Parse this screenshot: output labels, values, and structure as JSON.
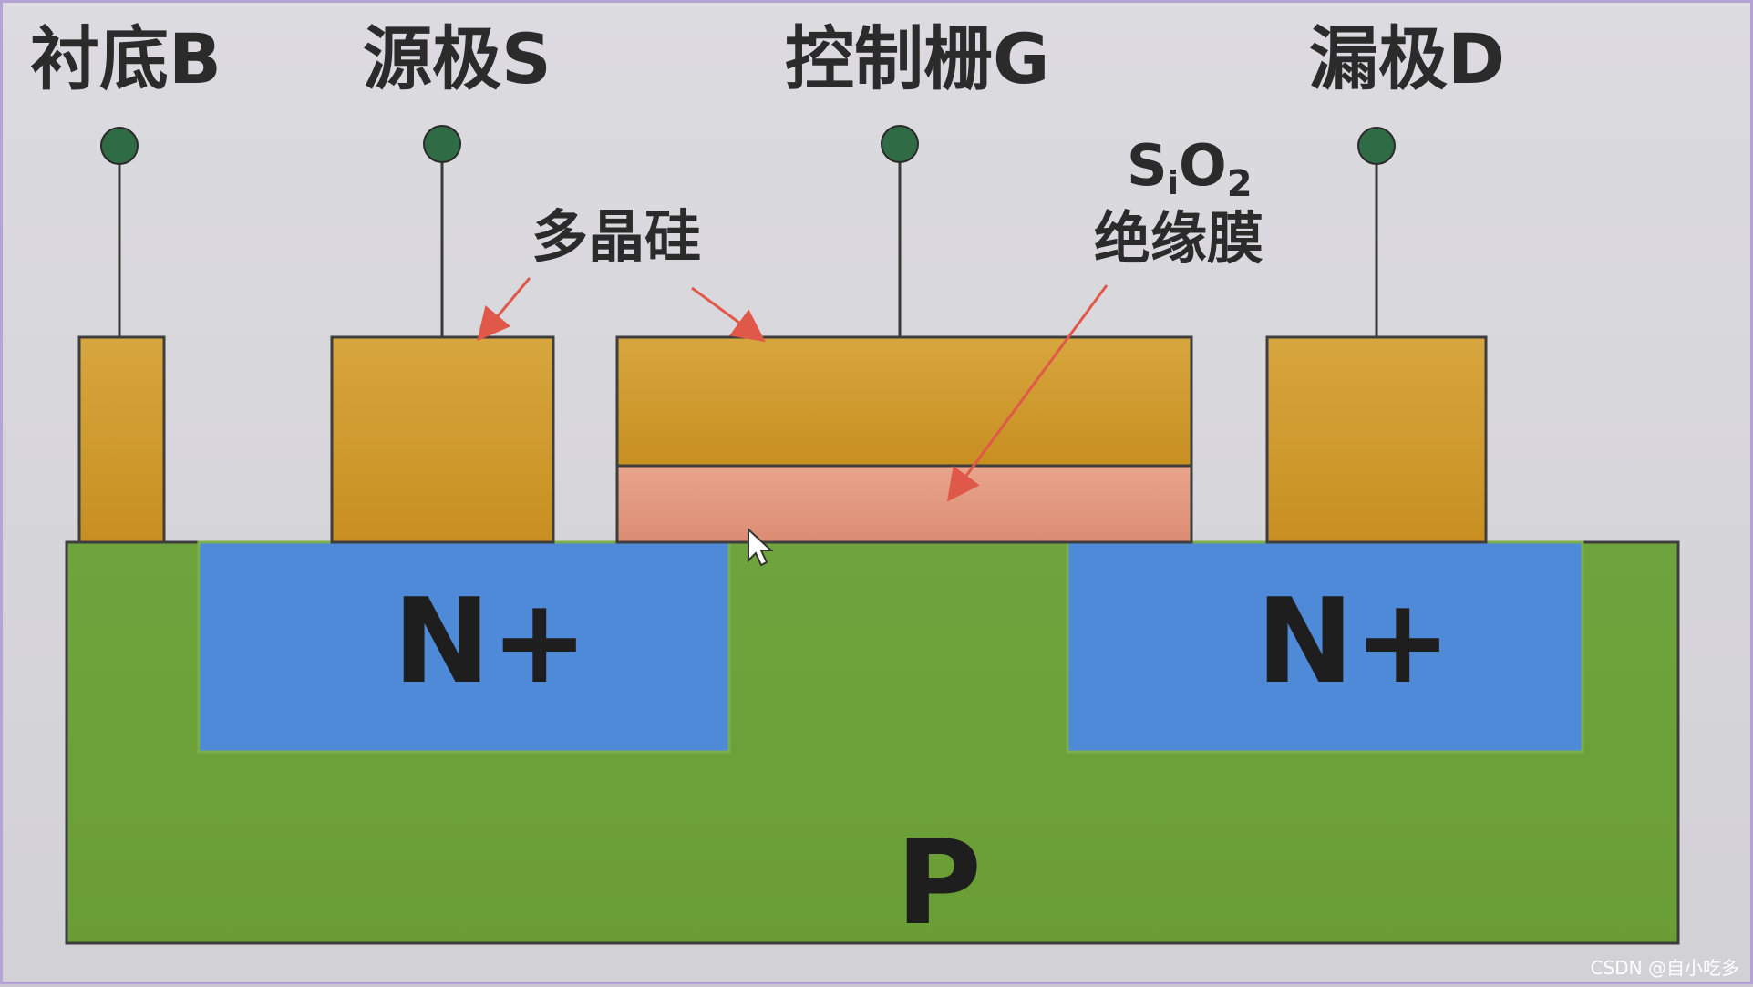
{
  "terminals": {
    "substrate": "衬底B",
    "source": "源极S",
    "gate": "控制栅G",
    "drain": "漏极D"
  },
  "annotations": {
    "polysilicon": "多晶硅",
    "oxide_formula_main": "S",
    "oxide_formula_sub_i": "i",
    "oxide_formula_o": "O",
    "oxide_formula_sub_2": "2",
    "oxide_name": "绝缘膜"
  },
  "regions": {
    "n_left": "N+",
    "n_right": "N+",
    "substrate": "P"
  },
  "watermark": "CSDN @自小吃多",
  "colors": {
    "electrode": "#d29e2e",
    "oxide": "#e49a80",
    "n_region": "#4f8ad9",
    "p_substrate": "#6ea13a",
    "terminal_dot": "#2f6b45",
    "arrow": "#e0584a"
  }
}
